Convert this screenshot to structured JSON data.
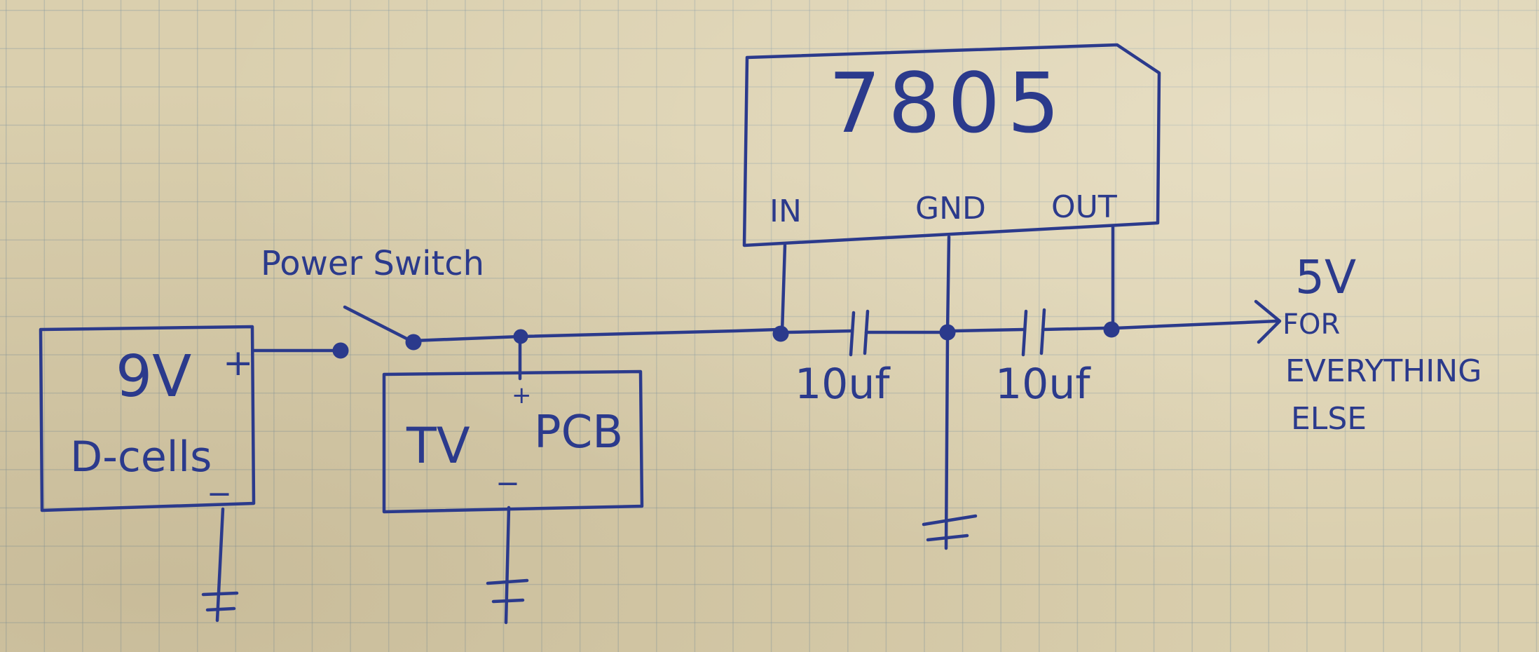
{
  "battery": {
    "voltage": "9V",
    "type": "D-cells",
    "plus": "+",
    "minus": "_"
  },
  "switch": {
    "label": "Power Switch"
  },
  "tv_pcb": {
    "left": "TV",
    "right": "PCB",
    "plus": "+",
    "minus": "_"
  },
  "regulator": {
    "part": "7805",
    "pin_in": "IN",
    "pin_gnd": "GND",
    "pin_out": "OUT"
  },
  "capacitors": [
    {
      "value": "10uf"
    },
    {
      "value": "10uf"
    }
  ],
  "output": {
    "voltage": "5V",
    "line1": "FOR",
    "line2": "EVERYTHING",
    "line3": "ELSE"
  },
  "colors": {
    "ink": "#2b3a8c",
    "paper": "#dacfae",
    "grid": "#8296a0"
  }
}
